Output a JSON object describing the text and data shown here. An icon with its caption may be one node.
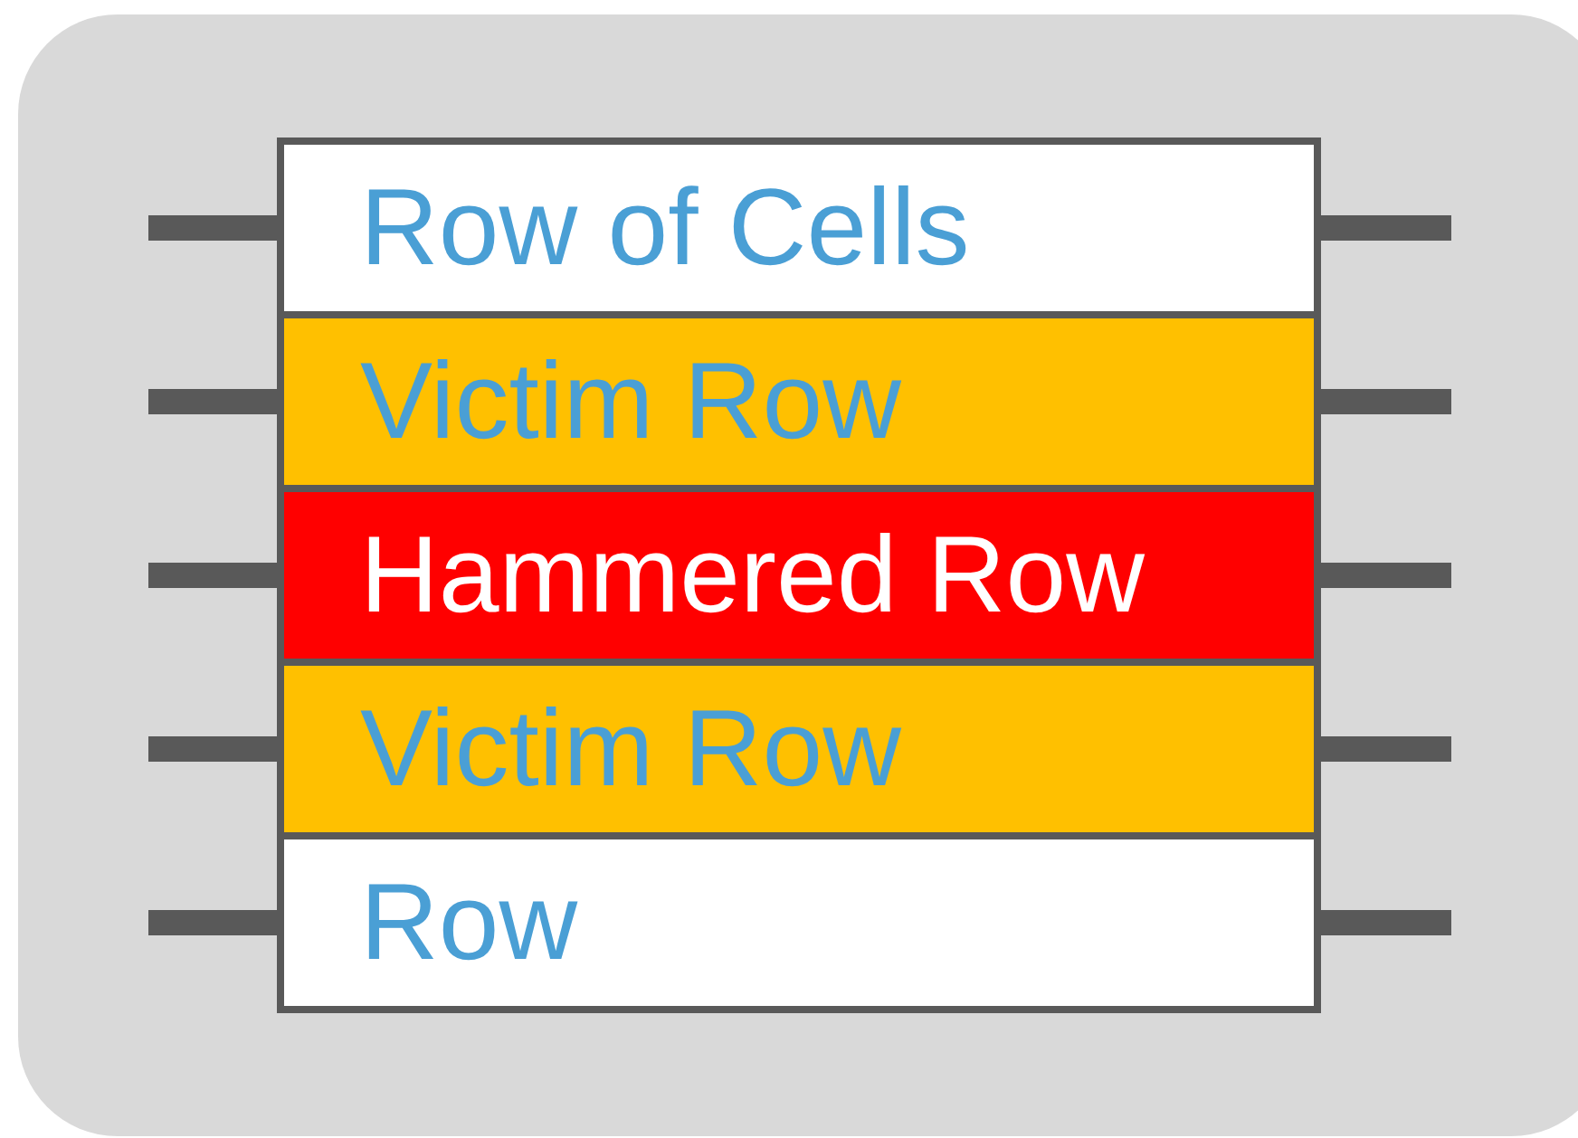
{
  "diagram": {
    "nodes": [
      {
        "text": [
          "Row of Cells"
        ]
      },
      {
        "text": [
          "Victim Row"
        ]
      },
      {
        "text": [
          "Hammered Row"
        ]
      },
      {
        "text": [
          "Victim Row"
        ]
      },
      {
        "text": [
          "Row"
        ]
      }
    ]
  }
}
